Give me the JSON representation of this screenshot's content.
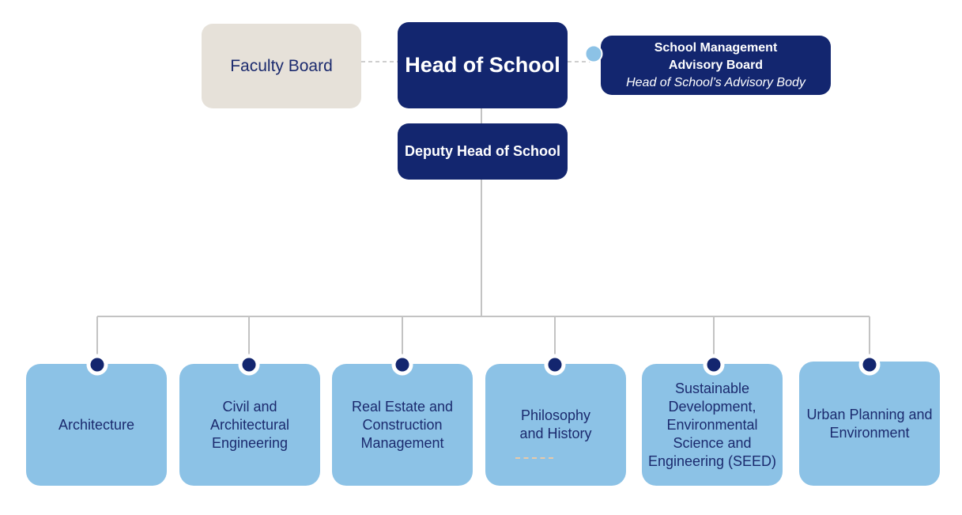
{
  "top": {
    "faculty_board": "Faculty Board",
    "head_of_school": "Head of School",
    "advisory_board": {
      "line1": "School Management",
      "line2": "Advisory Board",
      "line3": "Head of School’s Advisory Body"
    },
    "deputy_head": "Deputy Head of School"
  },
  "departments": [
    {
      "lines": [
        "Architecture"
      ]
    },
    {
      "lines": [
        "Civil and",
        "Architectural",
        "Engineering"
      ]
    },
    {
      "lines": [
        "Real Estate and",
        "Construction",
        "Management"
      ]
    },
    {
      "lines": [
        "Philosophy",
        "and History"
      ]
    },
    {
      "lines": [
        "Sustainable",
        "Development,",
        "Environmental",
        "Science and",
        "Engineering (SEED)"
      ]
    },
    {
      "lines": [
        "Urban Planning and",
        "Environment"
      ]
    }
  ],
  "colors": {
    "navy": "#13266f",
    "light_blue": "#8cc2e6",
    "beige": "#e6e1d9",
    "connector": "#c3c3c3"
  }
}
